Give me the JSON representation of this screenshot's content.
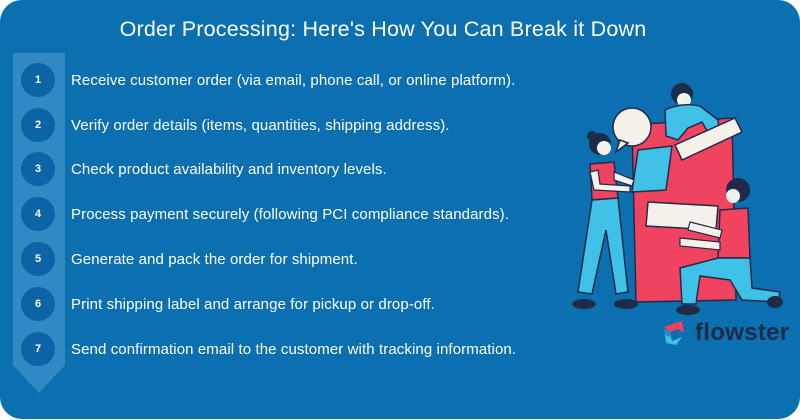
{
  "infographic": {
    "title": "Order Processing: Here's How You Can Break it Down",
    "steps": [
      {
        "number": "1",
        "text": "Receive customer order (via email, phone call, or online platform)."
      },
      {
        "number": "2",
        "text": "Verify order details (items, quantities, shipping address)."
      },
      {
        "number": "3",
        "text": "Check product availability and inventory levels."
      },
      {
        "number": "4",
        "text": "Process payment securely (following PCI compliance standards)."
      },
      {
        "number": "5",
        "text": "Generate and pack the order for shipment."
      },
      {
        "number": "6",
        "text": "Print shipping label and arrange for pickup or drop-off."
      },
      {
        "number": "7",
        "text": "Send confirmation email to the customer with tracking information."
      }
    ],
    "logo": {
      "text": "flowster",
      "icon": "flowster-logo-icon"
    },
    "illustration": "team-collaboration-illustration"
  },
  "colors": {
    "background": "#0b6fb0",
    "strip": "#2f89c2",
    "circle": "#0a64a6",
    "text": "#ffffff",
    "accent_pink": "#f0435f",
    "accent_cyan": "#3fc1e8",
    "logo_text": "#1f2b48"
  }
}
